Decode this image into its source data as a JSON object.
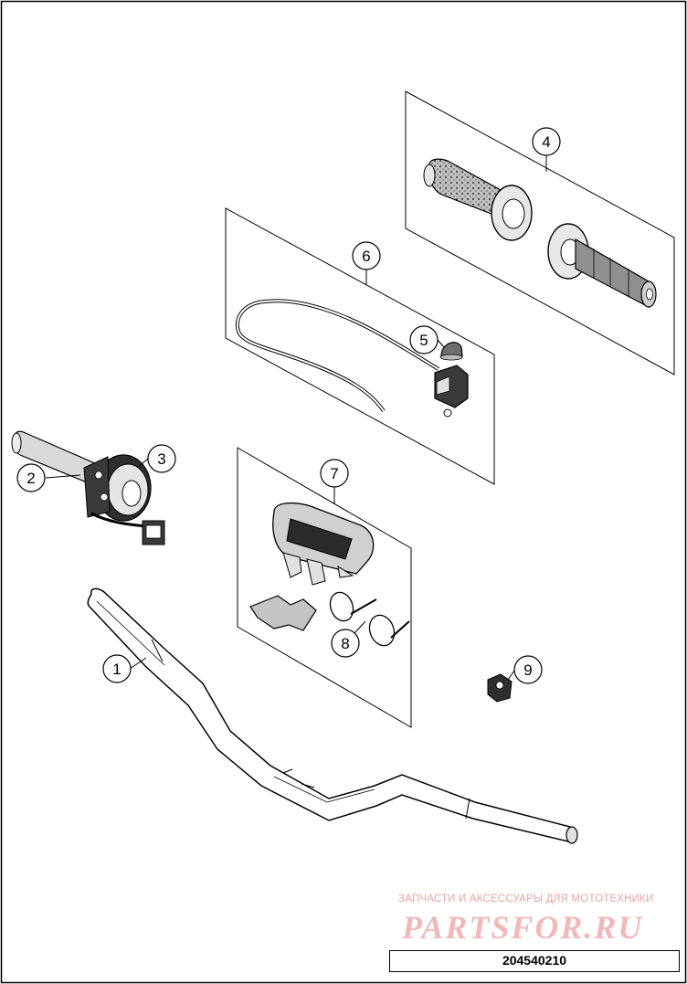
{
  "diagram": {
    "callouts": [
      {
        "id": "1",
        "label": "1"
      },
      {
        "id": "2",
        "label": "2"
      },
      {
        "id": "3",
        "label": "3"
      },
      {
        "id": "4",
        "label": "4"
      },
      {
        "id": "5",
        "label": "5"
      },
      {
        "id": "6",
        "label": "6"
      },
      {
        "id": "7",
        "label": "7"
      },
      {
        "id": "8",
        "label": "8"
      },
      {
        "id": "9",
        "label": "9"
      }
    ],
    "drawing_number": "204540210"
  },
  "watermark": {
    "caption": "ЗАПЧАСТИ И АКСЕССУАРЫ ДЛЯ МОТОТЕХНИКИ",
    "logo_text": "PARTSFOR.RU"
  },
  "colors": {
    "line": "#000000",
    "part_fill": "#d9d9d9",
    "part_dark": "#9a9a9a",
    "watermark": "#f2b8b8"
  }
}
